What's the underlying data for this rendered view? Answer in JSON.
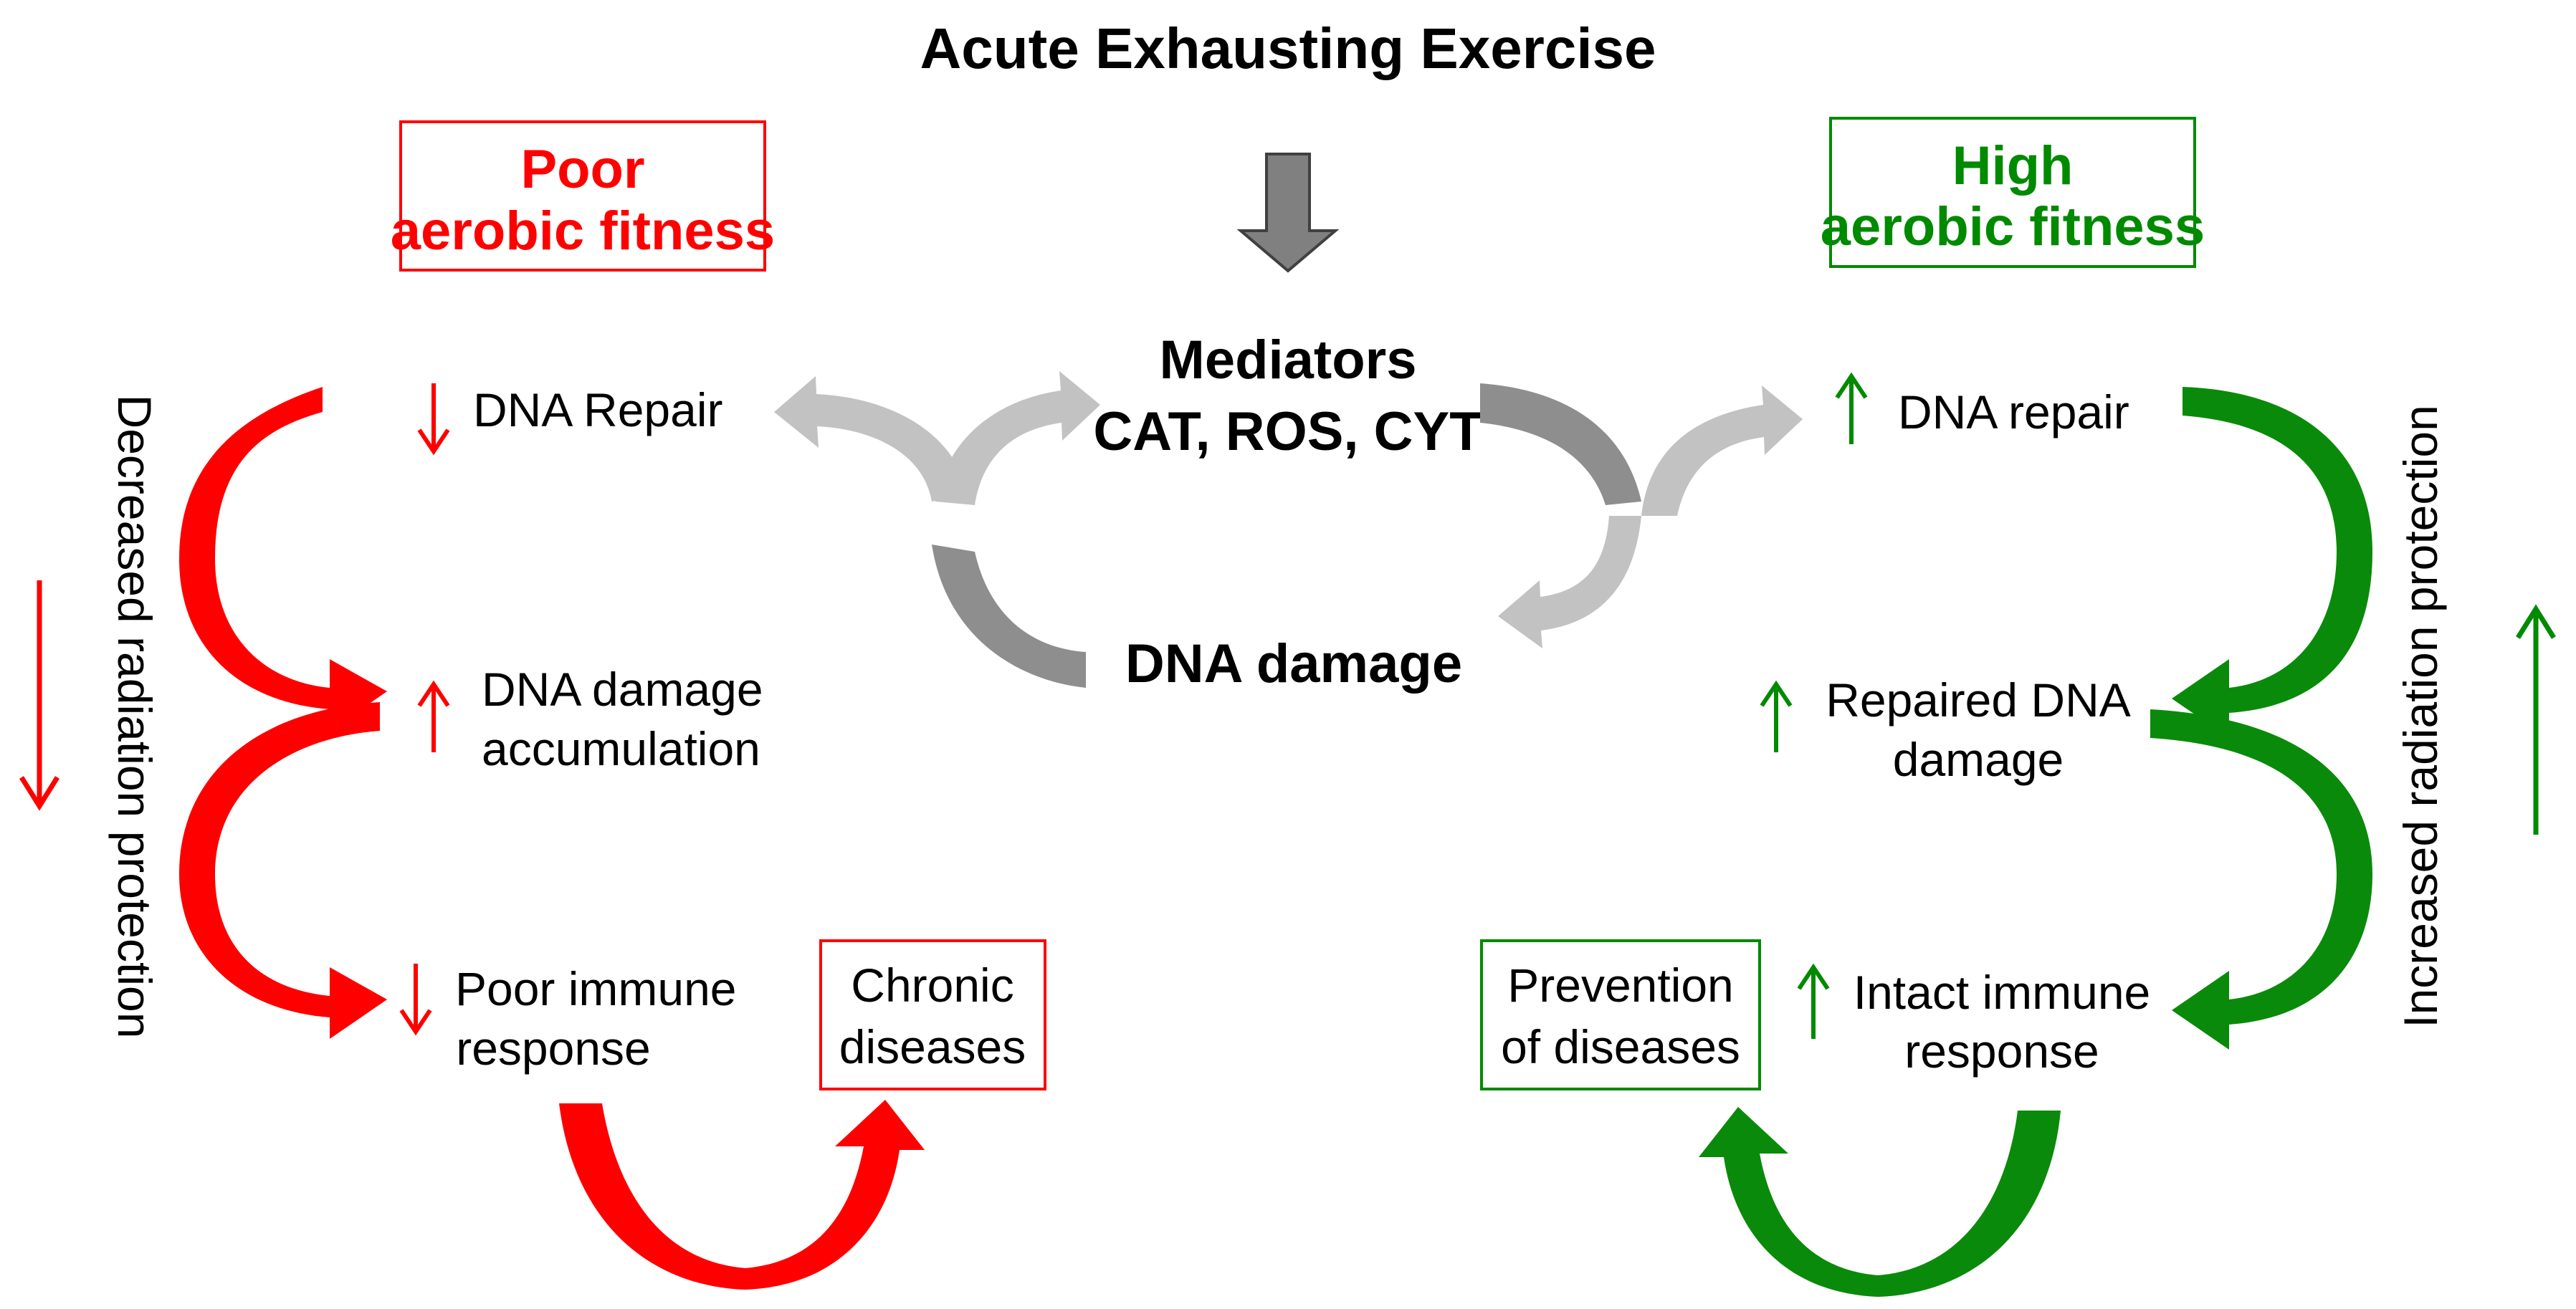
{
  "title": "Acute Exhausting Exercise",
  "colors": {
    "poor": "#ff0000",
    "high": "#008a00",
    "arrow_dark": "#8e8e8e",
    "arrow_light": "#c2c2c2",
    "down_arrow": "#808080"
  },
  "center": {
    "mediators_line1": "Mediators",
    "mediators_line2": "CAT, ROS, CYT",
    "dna_damage": "DNA damage"
  },
  "left": {
    "header_line1": "Poor",
    "header_line2": "aerobic fitness",
    "axis_label": "Decreased radiation protection",
    "items": [
      {
        "arrow": "down-arrow-icon",
        "line1": "DNA Repair",
        "line2": ""
      },
      {
        "arrow": "up-arrow-icon",
        "line1": "DNA damage",
        "line2": "accumulation"
      },
      {
        "arrow": "down-arrow-icon",
        "line1": "Poor immune",
        "line2": "response"
      }
    ],
    "outcome_line1": "Chronic",
    "outcome_line2": "diseases"
  },
  "right": {
    "header_line1": "High",
    "header_line2": "aerobic fitness",
    "axis_label": "Increased radiation protection",
    "items": [
      {
        "arrow": "up-arrow-icon",
        "line1": "DNA repair",
        "line2": ""
      },
      {
        "arrow": "up-arrow-icon",
        "line1": "Repaired DNA",
        "line2": "damage"
      },
      {
        "arrow": "up-arrow-icon",
        "line1": "Intact immune",
        "line2": "response"
      }
    ],
    "outcome_line1": "Prevention",
    "outcome_line2": "of diseases"
  }
}
